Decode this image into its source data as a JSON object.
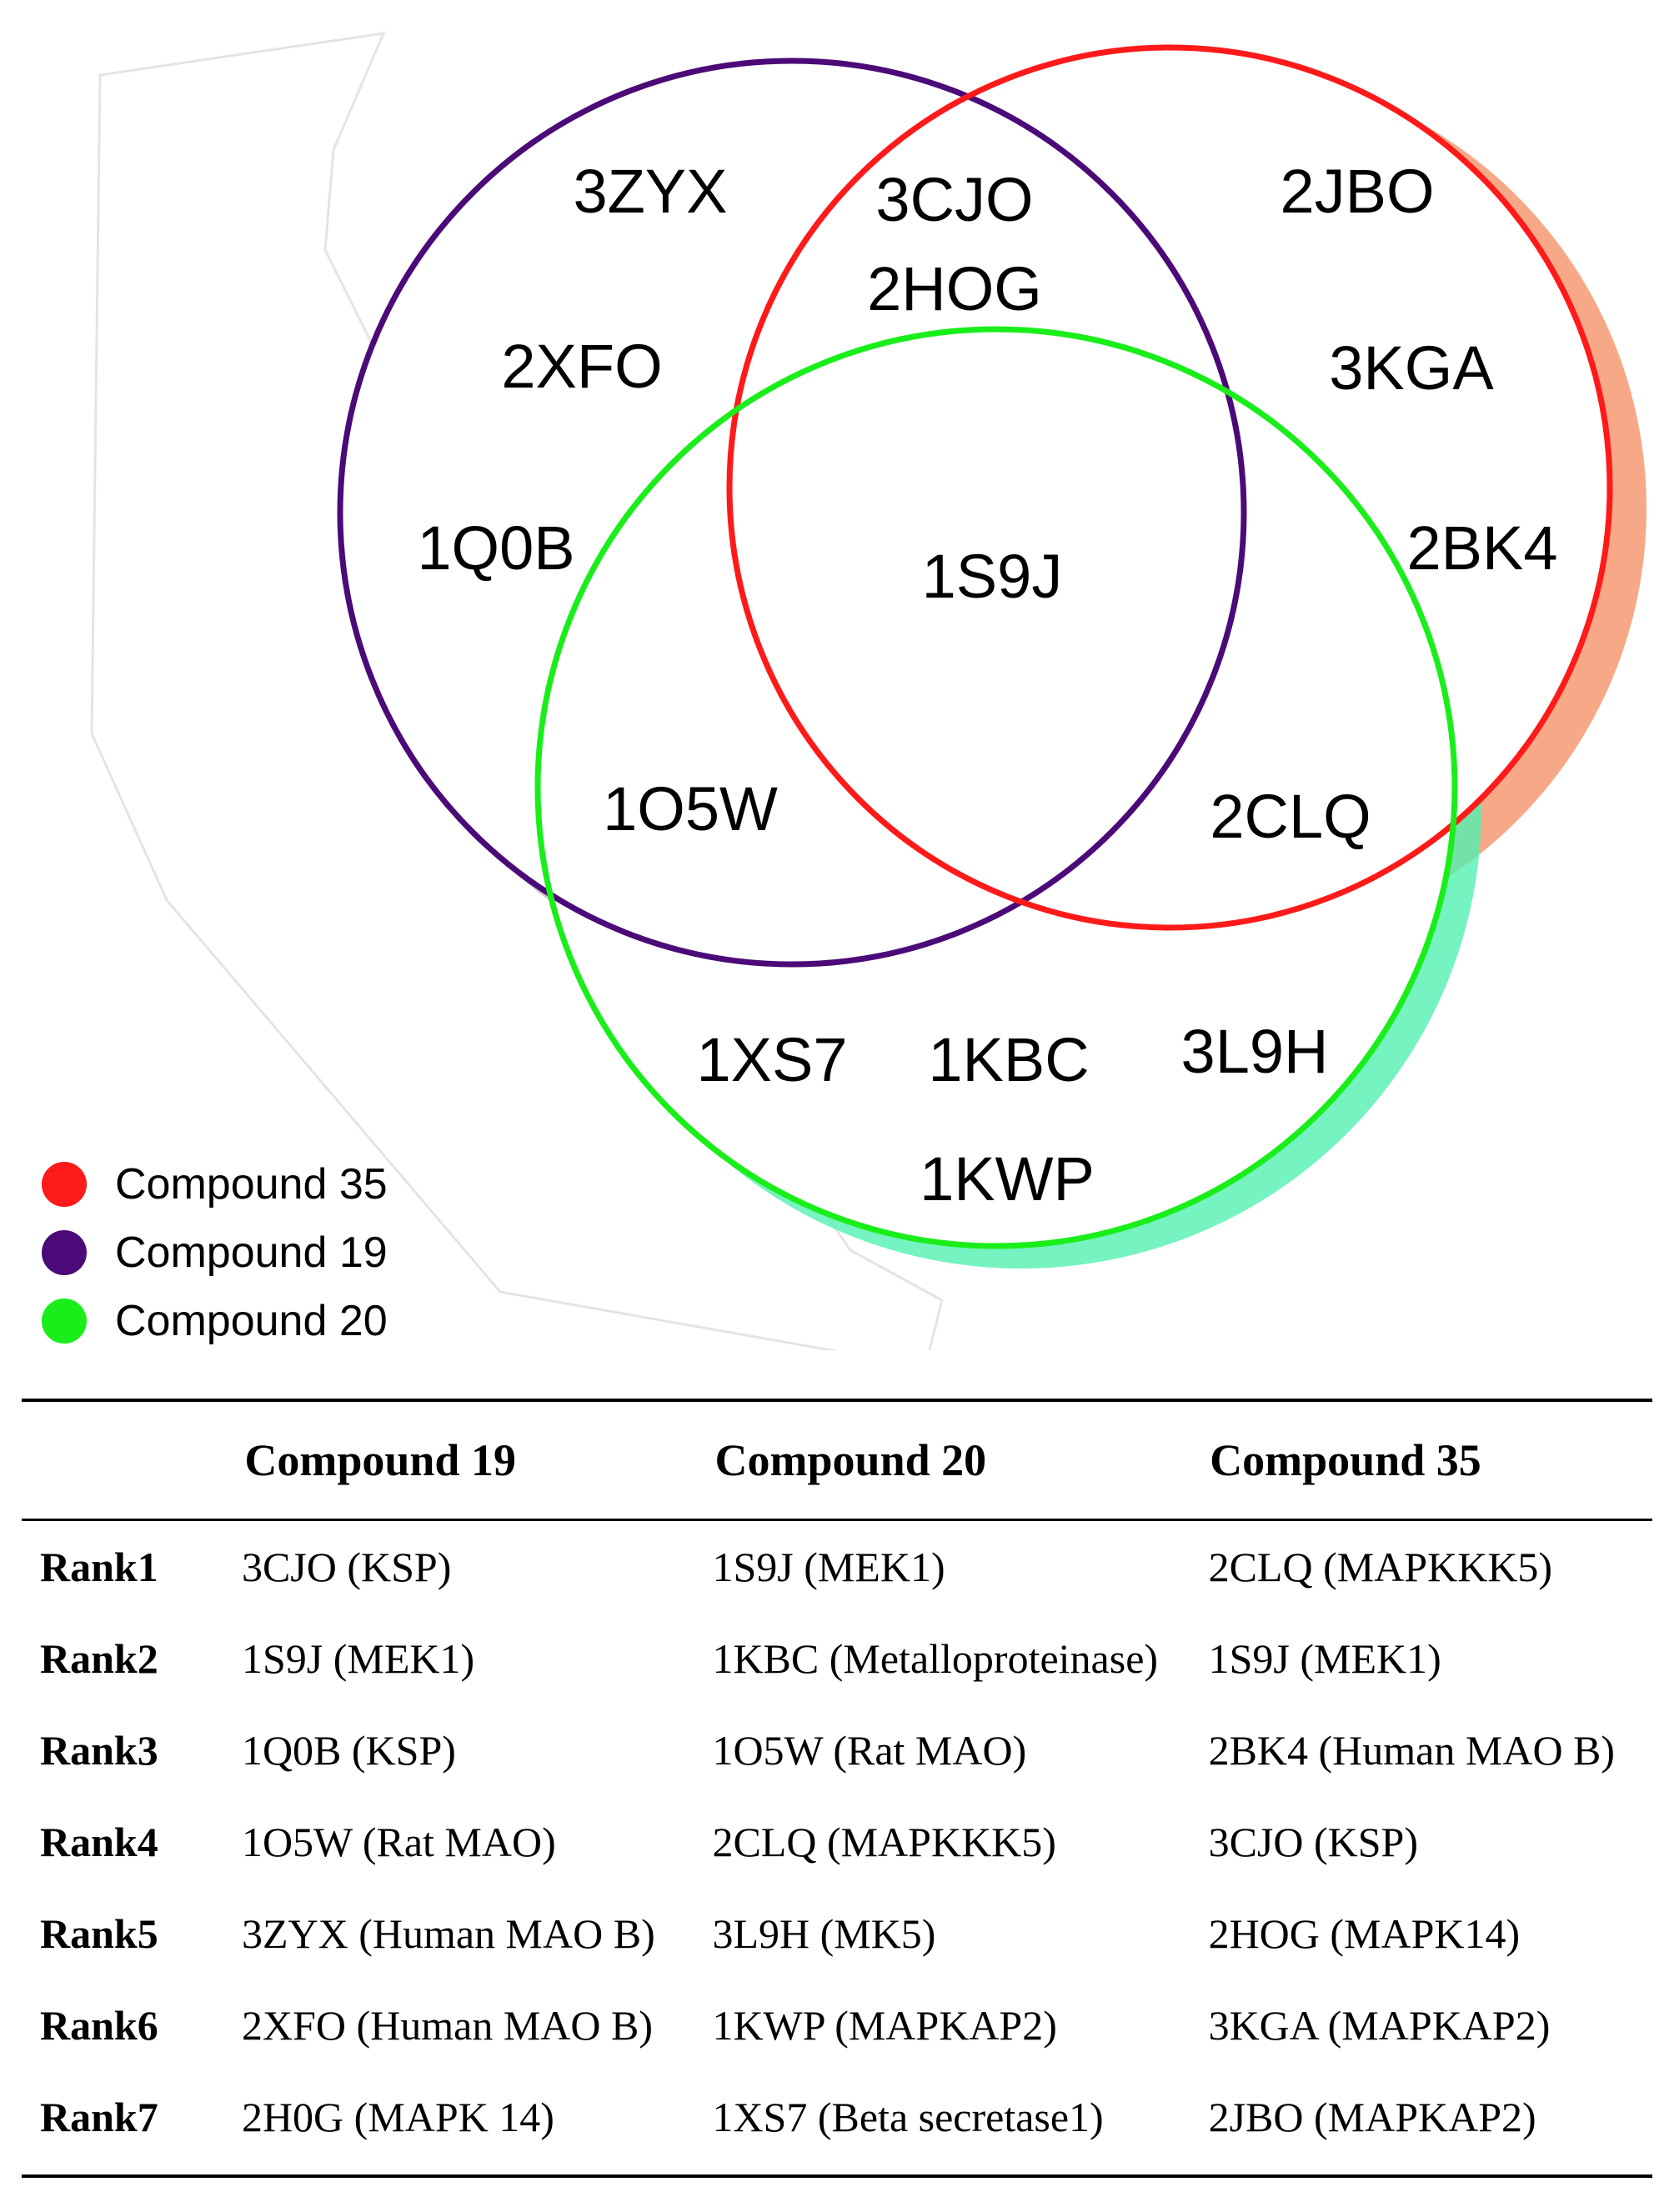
{
  "colors": {
    "compound35": "#ff1a1a",
    "compound19": "#4b0a78",
    "compound20": "#1aee1a",
    "shadow35": "#f6a07a",
    "shadow19": "#a9a9a9",
    "shadow20": "#52f0b0"
  },
  "venn": {
    "only19": [
      "3ZYX",
      "2XFO",
      "1Q0B"
    ],
    "c19_c35": [
      "3CJO",
      "2HOG"
    ],
    "only35": [
      "2JBO",
      "3KGA",
      "2BK4"
    ],
    "all_three": "1S9J",
    "c19_c20": "1O5W",
    "c20_c35": "2CLQ",
    "only20": [
      "1XS7",
      "1KBC",
      "3L9H",
      "1KWP"
    ]
  },
  "legend": [
    {
      "label": "Compound 35",
      "color": "#ff1a1a"
    },
    {
      "label": "Compound 19",
      "color": "#4b0a78"
    },
    {
      "label": "Compound 20",
      "color": "#1aee1a"
    }
  ],
  "table": {
    "headers": [
      "",
      "Compound 19",
      "Compound 20",
      "Compound 35"
    ],
    "rows": [
      {
        "rank": "Rank1",
        "c19": "3CJO (KSP)",
        "c20": "1S9J (MEK1)",
        "c35": "2CLQ (MAPKKK5)"
      },
      {
        "rank": "Rank2",
        "c19": "1S9J (MEK1)",
        "c20": "1KBC (Metalloproteinase)",
        "c35": "1S9J (MEK1)"
      },
      {
        "rank": "Rank3",
        "c19": "1Q0B (KSP)",
        "c20": "1O5W (Rat MAO)",
        "c35": "2BK4 (Human MAO B)"
      },
      {
        "rank": "Rank4",
        "c19": "1O5W (Rat MAO)",
        "c20": "2CLQ (MAPKKK5)",
        "c35": "3CJO (KSP)"
      },
      {
        "rank": "Rank5",
        "c19": "3ZYX (Human MAO B)",
        "c20": "3L9H (MK5)",
        "c35": "2HOG (MAPK14)"
      },
      {
        "rank": "Rank6",
        "c19": "2XFO (Human MAO B)",
        "c20": "1KWP (MAPKAP2)",
        "c35": "3KGA (MAPKAP2)"
      },
      {
        "rank": "Rank7",
        "c19": "2H0G (MAPK 14)",
        "c20": "1XS7 (Beta secretase1)",
        "c35": "2JBO (MAPKAP2)"
      }
    ]
  }
}
